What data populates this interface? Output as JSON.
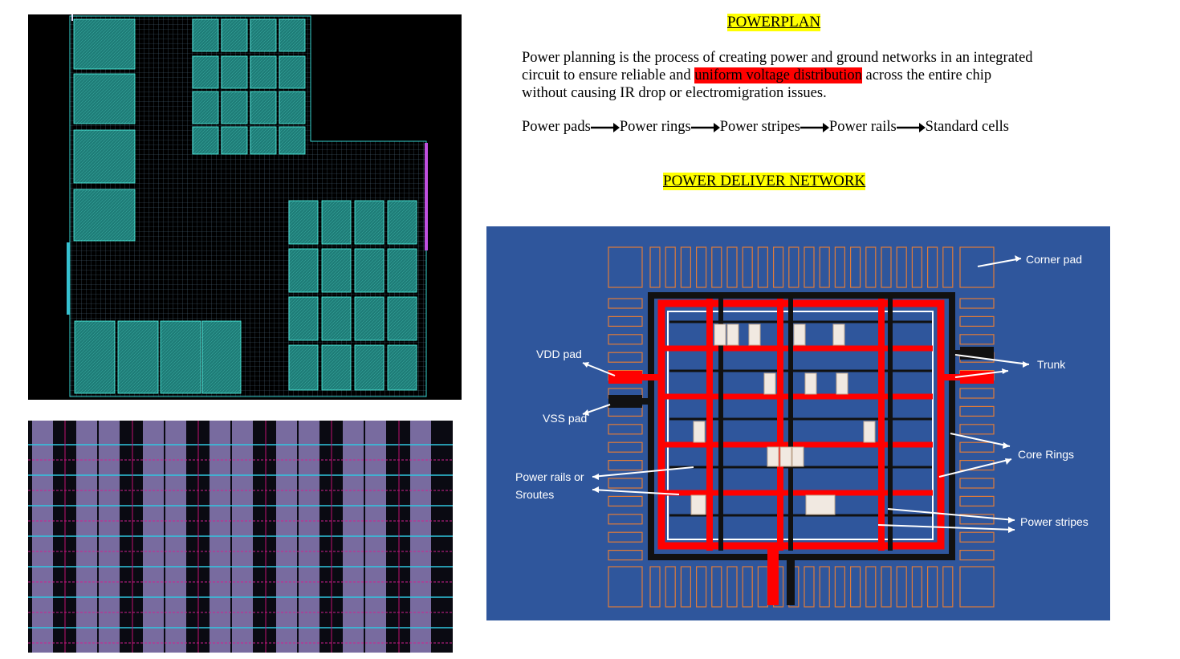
{
  "heading": "POWERPLAN",
  "description": {
    "before": "Power planning is the process of creating power and ground networks in an integrated circuit to ensure reliable and ",
    "highlight": "uniform voltage distribution",
    "after": " across the entire chip without causing IR drop or electromigration issues."
  },
  "flow": [
    "Power pads",
    "Power rings",
    "Power stripes",
    "Power rails",
    "Standard cells"
  ],
  "subheading": "POWER DELIVER NETWORK",
  "diagram_labels": {
    "corner_pad": "Corner pad",
    "vdd_pad": "VDD pad",
    "vss_pad": "VSS pad",
    "trunk": "Trunk",
    "core_rings": "Core Rings",
    "power_rails_line1": "Power rails or",
    "power_rails_line2": "Sroutes",
    "power_stripes": "Power stripes"
  },
  "colors": {
    "highlight_yellow": "#ffff00",
    "highlight_red": "#ff0000",
    "diagram_bg": "#2f569c",
    "ring_red": "#ff0000",
    "pad_orange": "#e07b39"
  }
}
